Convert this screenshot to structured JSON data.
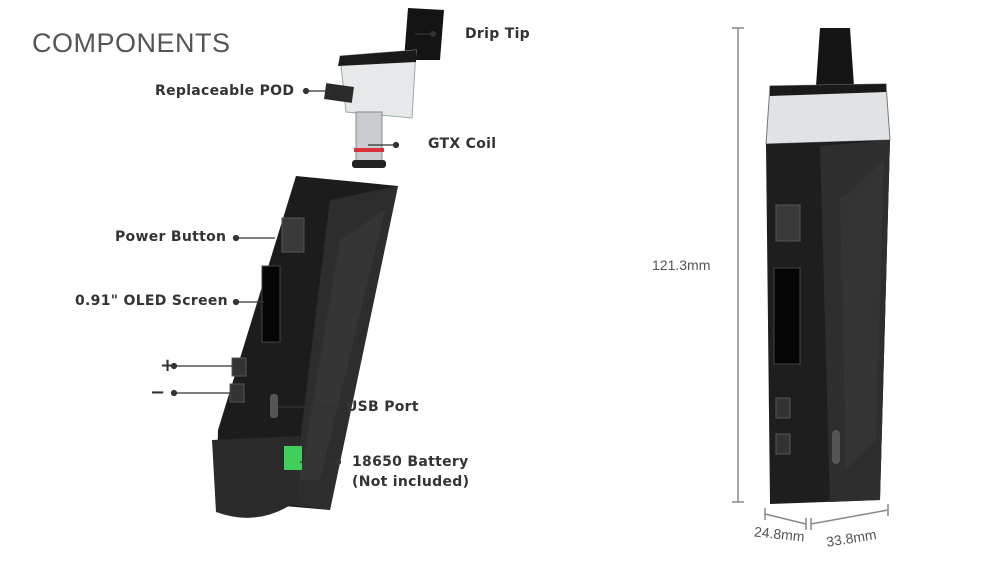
{
  "title": "COMPONENTS",
  "callouts": {
    "drip_tip": "Drip Tip",
    "pod": "Replaceable POD",
    "coil": "GTX Coil",
    "power_button": "Power Button",
    "screen": "0.91\" OLED Screen",
    "plus": "+",
    "minus": "−",
    "usb": "USB Port",
    "battery": "18650 Battery",
    "battery_note": "(Not included)"
  },
  "dimensions": {
    "height": "121.3mm",
    "depth": "24.8mm",
    "width": "33.8mm"
  },
  "colors": {
    "body": "#1c1c1c",
    "battery_door_accent": "#3fcf5a",
    "coil_ring": "#d9303a"
  }
}
